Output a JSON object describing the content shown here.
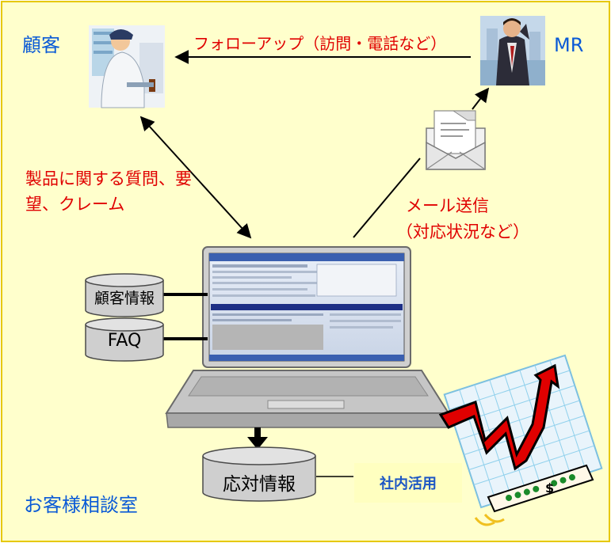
{
  "labels": {
    "customer": "顧客",
    "mr": "MR",
    "follow_up": "フォローアップ（訪問・電話など）",
    "inquiry": "製品に関する質問、要望、クレーム",
    "email": "メール送信",
    "email_sub": "（対応状況など）",
    "customer_info": "顧客情報",
    "faq": "FAQ",
    "response_info": "応対情報",
    "internal_use": "社内活用",
    "consult_room": "お客様相談室"
  },
  "colors": {
    "background": "#ffffcc",
    "border": "#e6c800",
    "blue_text": "#0a5ad6",
    "red_text": "#e00000",
    "arrow": "#000000",
    "laptop": "#c8c8c8",
    "db": "#cfcfcf"
  },
  "icons": {
    "customer": "pharmacist-clipart-icon",
    "mr": "businessman-phone-clipart-icon",
    "email": "envelope-letter-icon",
    "chart": "rising-chart-clipart-icon"
  }
}
